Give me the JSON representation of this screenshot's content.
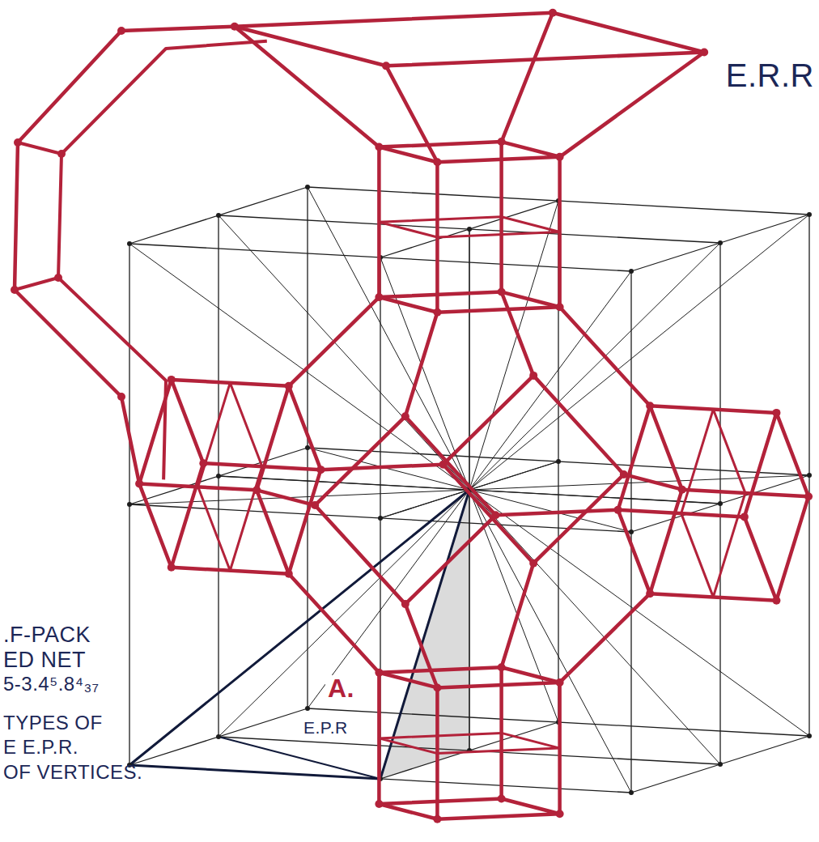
{
  "diagram": {
    "labels": [
      "E.R.R",
      ".F-PACK",
      "ED NET",
      "5-3.4⁵.8⁴₃₇",
      "TYPES OF",
      "E E.P.R.",
      "OF VERTICES.",
      "A.",
      "E.P.R"
    ]
  }
}
